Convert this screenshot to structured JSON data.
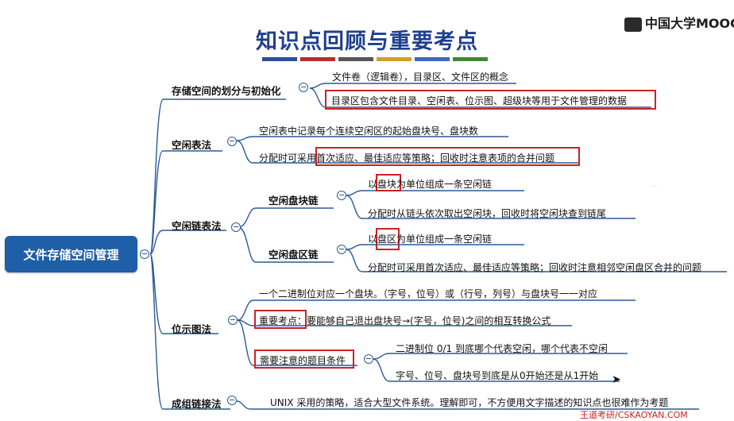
{
  "title": "知识点回顾与重要考点",
  "logo_text": "中国大学MOOC",
  "watermark": "...",
  "colors": {
    "root_fill": "#1f5fa8",
    "accent": "#c22",
    "title": "#1f3f8f",
    "bars": [
      "#2c4f9a",
      "#b33030",
      "#555555",
      "#d89a2a",
      "#3a6ab8",
      "#3f8a2f"
    ]
  },
  "root": {
    "label": "文件存储空间管理"
  },
  "branches": [
    {
      "label": "存储空间的划分与初始化",
      "leaves": [
        "文件卷（逻辑卷），目录区、文件区的概念",
        "目录区包含文件目录、空闲表、位示图、超级块等用于文件管理的数据"
      ]
    },
    {
      "label": "空闲表法",
      "leaves": [
        "空闲表中记录每个连续空闲区的起始盘块号、盘块数",
        "分配时可采用首次适应、最佳适应等策略；回收时注意表项的合并问题"
      ]
    },
    {
      "label": "空闲链表法",
      "children": [
        {
          "label": "空闲盘块链",
          "leaves": [
            "以盘块为单位组成一条空闲链",
            "分配时从链头依次取出空闲块，回收时将空闲块查到链尾"
          ]
        },
        {
          "label": "空闲盘区链",
          "leaves": [
            "以盘区为单位组成一条空闲链",
            "分配时可采用首次适应、最佳适应等策略；回收时注意相邻空闲盘区合并的问题"
          ]
        }
      ]
    },
    {
      "label": "位示图法",
      "leaves": [
        "一个二进制位对应一个盘块。（字号，位号）或（行号，列号）与盘块号一一对应",
        "重要考点：要能够自己退出盘块号→(字号，位号)之间的相互转换公式"
      ],
      "sub": {
        "label": "需要注意的题目条件",
        "leaves": [
          "二进制位 0/1 到底哪个代表空闲，哪个代表不空闲",
          "字号、位号、盘块号到底是从0开始还是从1开始"
        ]
      }
    },
    {
      "label": "成组链接法",
      "leaves": [
        "UNIX 采用的策略，适合大型文件系统。理解即可，不方便用文字描述的知识点也很难作为考题"
      ]
    }
  ],
  "bottom_text": "王道考研/CSKAOYAN.COM"
}
